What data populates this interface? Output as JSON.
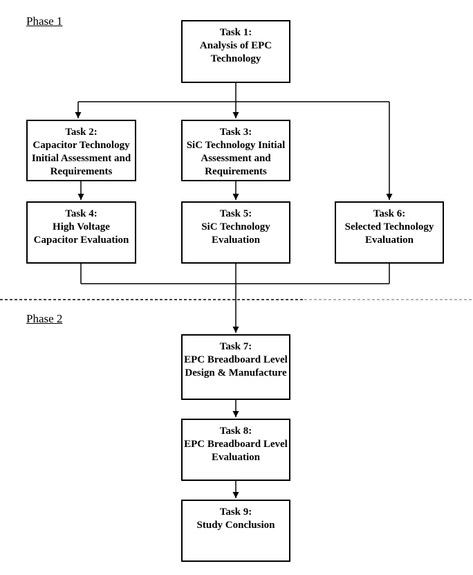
{
  "phases": [
    {
      "label": "Phase 1"
    },
    {
      "label": "Phase 2"
    }
  ],
  "tasks": [
    {
      "label": "Task 1:\nAnalysis of EPC\nTechnology"
    },
    {
      "label": "Task 2:\nCapacitor Technology\nInitial Assessment and\nRequirements"
    },
    {
      "label": "Task 3:\nSiC Technology Initial\nAssessment and\nRequirements"
    },
    {
      "label": "Task 4:\nHigh Voltage\nCapacitor Evaluation"
    },
    {
      "label": "Task 5:\nSiC Technology\nEvaluation"
    },
    {
      "label": "Task 6:\nSelected Technology\nEvaluation"
    },
    {
      "label": "Task 7:\nEPC Breadboard Level\nDesign & Manufacture"
    },
    {
      "label": "Task 8:\nEPC Breadboard Level\nEvaluation"
    },
    {
      "label": "Task 9:\nStudy Conclusion"
    }
  ],
  "colors": {
    "line": "#000000",
    "box_border": "#000000",
    "text": "#000000",
    "background": "#ffffff",
    "divider_left": "#000000",
    "divider_right": "#999999"
  }
}
